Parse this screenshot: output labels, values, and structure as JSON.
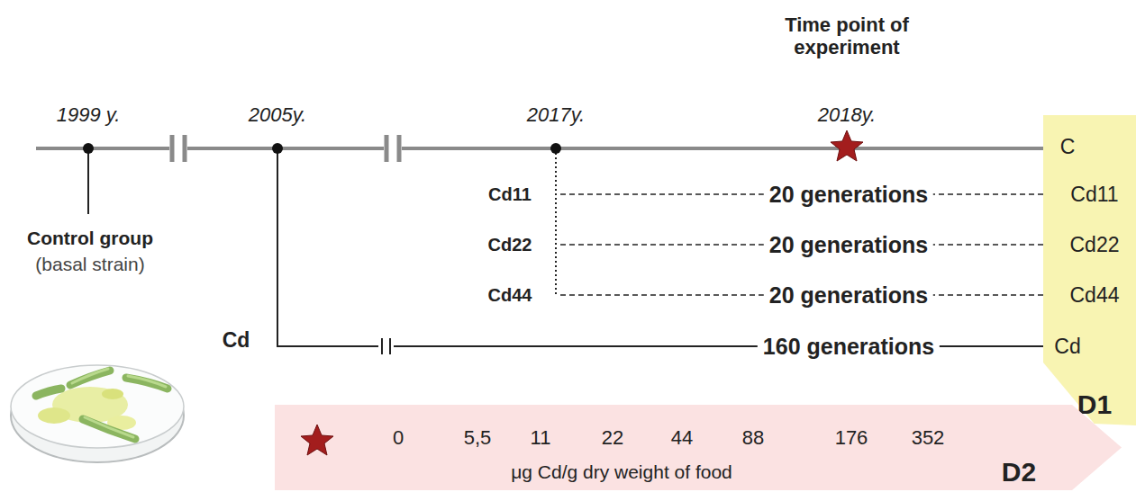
{
  "diagram": {
    "nodes": [
      {
        "text": [
          "C",
          "Cd11",
          "Cd22",
          "Cd44",
          "Cd",
          "D1"
        ]
      },
      {
        "text": [
          "0",
          "5,5",
          "11",
          "22",
          "44",
          "88",
          "176",
          "352",
          "D2",
          "μg Cd/g dry weight of food"
        ]
      }
    ],
    "labels": [
      "Time point of experiment",
      "1999 y.",
      "2005y.",
      "2017y.",
      "2018y.",
      "Control group",
      "(basal strain)",
      "Cd11",
      "Cd22",
      "Cd44",
      "20 generations",
      "20 generations",
      "20 generations",
      "Cd",
      "160 generations"
    ]
  }
}
